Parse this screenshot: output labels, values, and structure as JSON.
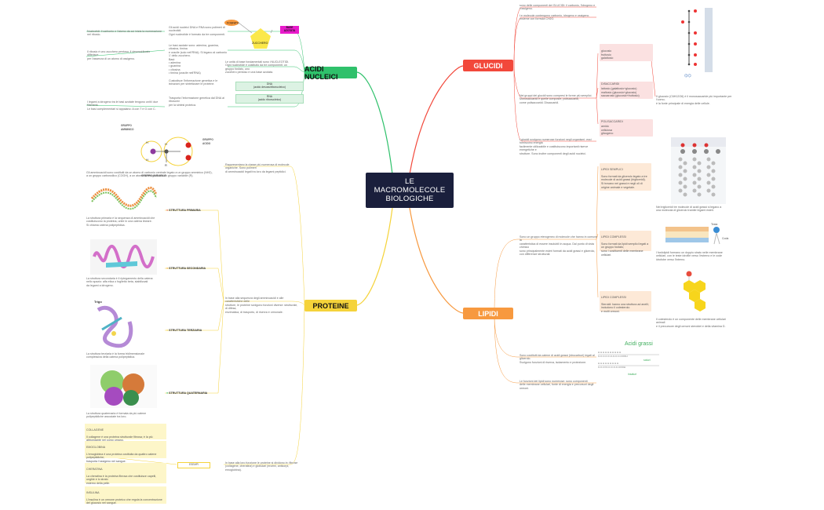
{
  "central": {
    "line1": "LE",
    "line2": "MACROMOLECOLE",
    "line3": "BIOLOGICHE"
  },
  "branches": {
    "glucidi": "GLUCIDI",
    "lipidi": "LIPIDI",
    "acidi": "ACIDI NUCLEICI",
    "proteine": "PROTEINE"
  },
  "colors": {
    "glucidi": "#f2483b",
    "lipidi": "#f7993f",
    "acidi": "#2fc16b",
    "proteine": "#f5d33a",
    "central": "#1a1f3c"
  },
  "glucidi": {
    "intro1": "sono delle componenti dei GLUCIDI: il carbonio, l'idrogeno e l'ossigeno.",
    "intro2": "Le molecole contengono carbonio, idrogeno e ossigeno. Insieme con formula CH2O.",
    "middle": "Nei gruppi dei glucidi sono compresi le forme più semplici.\nMonosaccaridi e quelle composte, polisaccaridi,\ncome polisaccaridi. Disaccaridi.",
    "bottom": "I glucidi svolgono numerose funzioni negli organismi: essi forniscono energia\nfacilmente utilizzabile e costituiscono importanti riserve energetiche e\nstrutture. Sono inoltre componenti degli acidi nucleici.",
    "mono_title": "MONOSACCARIDI",
    "mono_items": "glucosio\nfruttosio\ngalattosio",
    "di_title": "DISACCARIDI",
    "di_items": "lattosio (galattosio+glucosio)\nmaltosio (glucosio+glucosio)\nsaccarosio (glucosio+fruttosio)",
    "poli_title": "POLISACCARIDI",
    "poli_items": "amido\ncellulosa\nglicogeno",
    "glucose_note": "Il glucosio (C6H12O6) è il monosaccaride più importante per l'uomo;\nè la fonte principale di energia delle cellule."
  },
  "lipidi": {
    "intro": "Sono un gruppo eterogeneo di molecole che hanno in comune la\ncaratteristica di essere insolubili in acqua. Dal punto di vista chimico\nsono principalmente esteri formati da acidi grassi e glicerolo,\ncon differenze strutturali.",
    "bottom1": "Sono costituiti da catene di acidi grassi (idrocarburi) legati al glicerolo.\nSvolgono funzioni di riserva, isolamento e protezione.",
    "bottom2": "Le funzioni dei lipidi sono numerose: sono componenti\ndelle membrane cellulari, fonte di energia e precursori degli ormoni.",
    "semplici_title": "LIPIDI SEMPLICI",
    "semplici_text": "Sono formati da glicerolo legato a tre molecole di acidi grassi (trigliceridi).\nSi trovano nei grassi e negli oli di origine animale e vegetale.",
    "complessi_title": "LIPIDI COMPLESSI",
    "complessi_text": "Sono formati da lipidi semplici legati a un gruppo fosfato;\nsono i costituenti delle membrane cellulari.",
    "steroidi_title": "LIPIDI COMPLESSI",
    "steroidi_text": "Steroidi: hanno una struttura ad anelli; includono il colesterolo\ne molti ormoni.",
    "trig_note": "Nei trigliceridi tre molecole di acidi grassi si legano a una molecola di glicerolo tramite legami esteri.",
    "phos_note": "I fosfolipidi formano un doppio strato nelle membrane cellulari, con le teste idrofile verso l'esterno e le code idrofobe verso l'interno.",
    "chol_note": "Il colesterolo è un componente delle membrane cellulari animali\ne il precursore degli ormoni steroidei e della vitamina D.",
    "acidi_grassi": "Acidi grassi",
    "saturi": "saturi",
    "insaturi": "insaturi",
    "testa": "Testa",
    "coda": "Coda"
  },
  "acidi": {
    "left1": "Nucleotidi: il carbonio e l'atomo da cui inizia la numerazione nel ribosio.",
    "right1": "Gli acidi nucleici DNA e RNA sono polimeri di nucleotidi.\nOgni nucleotide è formato da tre componenti.",
    "left2": "Il ribosio è uno zucchero pentoso; il desossiribosio differisce\nper l'assenza di un atomo di ossigeno.",
    "right2": "Le basi azotate sono: adenina, guanina, citosina, timina\ne uracile (solo nell'RNA). Si legano al carbonio 1' dello zucchero.\nBasi:\n• adenina\n• guanina\n• citosina\n• timina (uracile nell'RNA)",
    "mid": "Le unità di base fondamentali sono i NUCLEOTIDI.\nOgni nucleotide è costituito da tre componenti: un gruppo fosfato, uno\nzucchero pentoso e una base azotata.",
    "left3": "I legami a idrogeno tra le basi azotate tengono uniti i due filamenti.\nLe basi complementari si appaiano: A con T e G con C.",
    "dna_note": "Custodisce l'informazione genetica e le istruzioni per sintetizzare le proteine.",
    "rna_note": "Trasporta l'informazione genetica dal DNA ai ribosomi\nper la sintesi proteica.",
    "dna_label": "DNA",
    "dna_sub": "(acido desossiribonucleico)",
    "rna_label": "RNA",
    "rna_sub": "(acido ribonucleico)",
    "fosfato": "FOSFATO",
    "zucchero": "ZUCCHERO",
    "base": "BASE AZOTATA"
  },
  "proteine": {
    "top_right": "Rappresentano la classe più numerosa di molecole organiche. Sono polimeri\ndi amminoacidi legati tra loro da legami peptidici.",
    "aa_text": "Gli amminoacidi sono costituiti da un atomo di carbonio centrale legato a un gruppo amminico (NH2),\na un gruppo carbossilico (COOH), a un atomo di idrogeno e a un gruppo variabile (R).",
    "gruppo_amminico": "GRUPPO\nAMMINICO",
    "gruppo_acido": "GRUPPO\nACIDO",
    "gruppo_variabile": "GRUPPO VARIABILE",
    "primaria": "STRUTTURA PRIMARIA",
    "secondaria": "STRUTTURA SECONDARIA",
    "terziaria": "STRUTTURA TERZIARIA",
    "quaternaria": "STRUTTURA QUATERNARIA",
    "primaria_text": "La struttura primaria è la sequenza di amminoacidi che\ncostituiscono la proteina, unite in una catena lineare.\nSi chiama catena polipeptidica.",
    "secondaria_text": "La struttura secondaria è il ripiegamento della catena\nnello spazio: alfa elica o foglietto beta, stabilizzati\nda legami a idrogeno.",
    "terziaria_text": "La struttura terziaria è la forma tridimensionale\ncomplessiva della catena polipeptidica.",
    "quaternaria_text": "La struttura quaternaria è formata da più catene\npolipeptidiche associate tra loro.",
    "mid_text": "In base alla sequenza degli amminoacidi e alle caratteristiche delle\nstrutture, le proteine svolgono funzioni diverse: strutturale, di difesa,\nenzimatica, di trasporto, di riserva e ormonale.",
    "bottom_text": "In base alla loro funzione le proteine si dividono in: fibrose\n(collagene, cheratina) e globulari (enzimi, anticorpi, emoglobina).",
    "esempi": "ESEMPI",
    "collagene_t": "COLLAGENE",
    "collagene": "Il collagene è una proteina strutturale fibrosa; è la più abbondante nel corpo umano.",
    "emoglobina_t": "EMOGLOBINA",
    "emoglobina": "L'emoglobina è una proteina costituita da quattro catene polipeptidiche;\ntrasporta l'ossigeno nel sangue.",
    "cheratina_t": "CHERATINA",
    "cheratina": "La cheratina è la proteina fibrosa che costituisce capelli, unghie e lo strato\nesterno della pelle.",
    "insulina_t": "INSULINA",
    "insulina": "L'insulina è un ormone proteico che regola la concentrazione del glucosio nel sangue."
  },
  "misc": {
    "trigo": "Trigo"
  }
}
